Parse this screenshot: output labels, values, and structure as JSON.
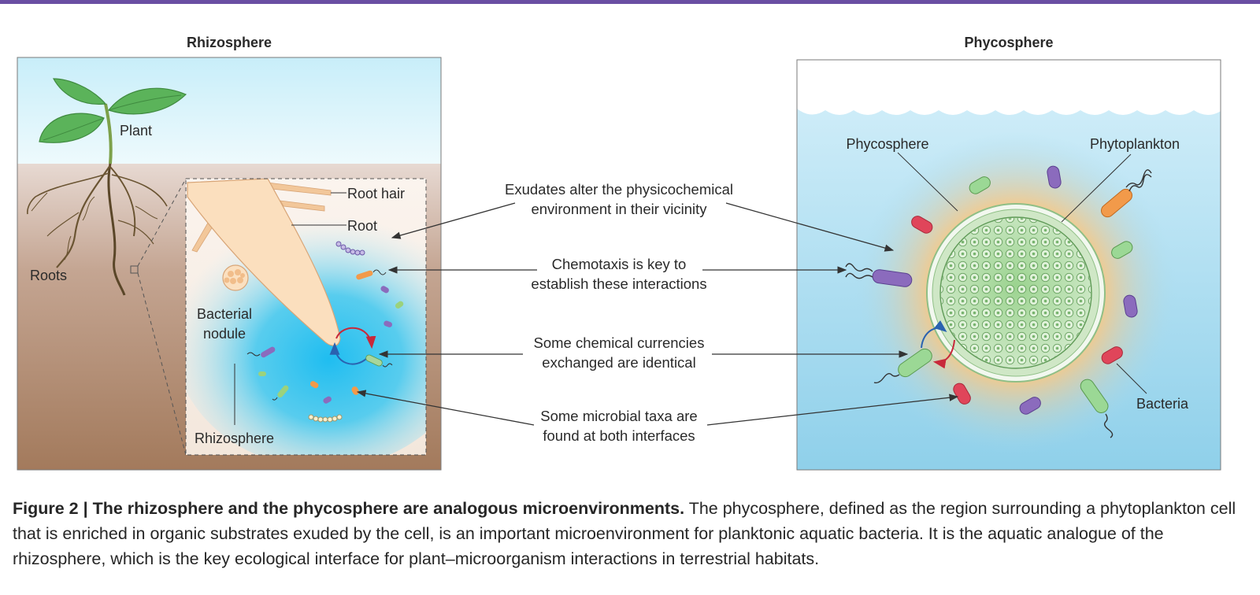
{
  "colors": {
    "top_bar": "#6a4fa3",
    "soil": "#a8826a",
    "sky": "#d2f0fa",
    "water": "#a6daee",
    "rhizosphere_glow": "#38c6ef",
    "phycosphere_glow": "#f1c27a",
    "leaf": "#5bb35a",
    "cell": "#8fca86"
  },
  "panels": {
    "left_title": "Rhizosphere",
    "right_title": "Phycosphere"
  },
  "left_labels": {
    "plant": "Plant",
    "roots": "Roots",
    "root_hair": "Root hair",
    "root": "Root",
    "nodule_line1": "Bacterial",
    "nodule_line2": "nodule",
    "rhizosphere": "Rhizosphere"
  },
  "right_labels": {
    "phycosphere": "Phycosphere",
    "phytoplankton": "Phytoplankton",
    "bacteria": "Bacteria"
  },
  "center_notes": [
    {
      "line1": "Exudates alter the physicochemical",
      "line2": "environment in their vicinity"
    },
    {
      "line1": "Chemotaxis is key to",
      "line2": "establish these interactions"
    },
    {
      "line1": "Some chemical currencies",
      "line2": "exchanged are identical"
    },
    {
      "line1": "Some microbial taxa are",
      "line2": "found at both interfaces"
    }
  ],
  "caption": {
    "label": "Figure 2 |",
    "title": "The rhizosphere and the phycosphere are analogous microenvironments.",
    "body": "The phycosphere, defined as the region surrounding a phytoplankton cell that is enriched in organic substrates exuded by the cell, is an important microenvironment for planktonic aquatic bacteria. It is the aquatic analogue of the rhizosphere, which is the key ecological interface for plant–microorganism interactions in terrestrial habitats."
  }
}
